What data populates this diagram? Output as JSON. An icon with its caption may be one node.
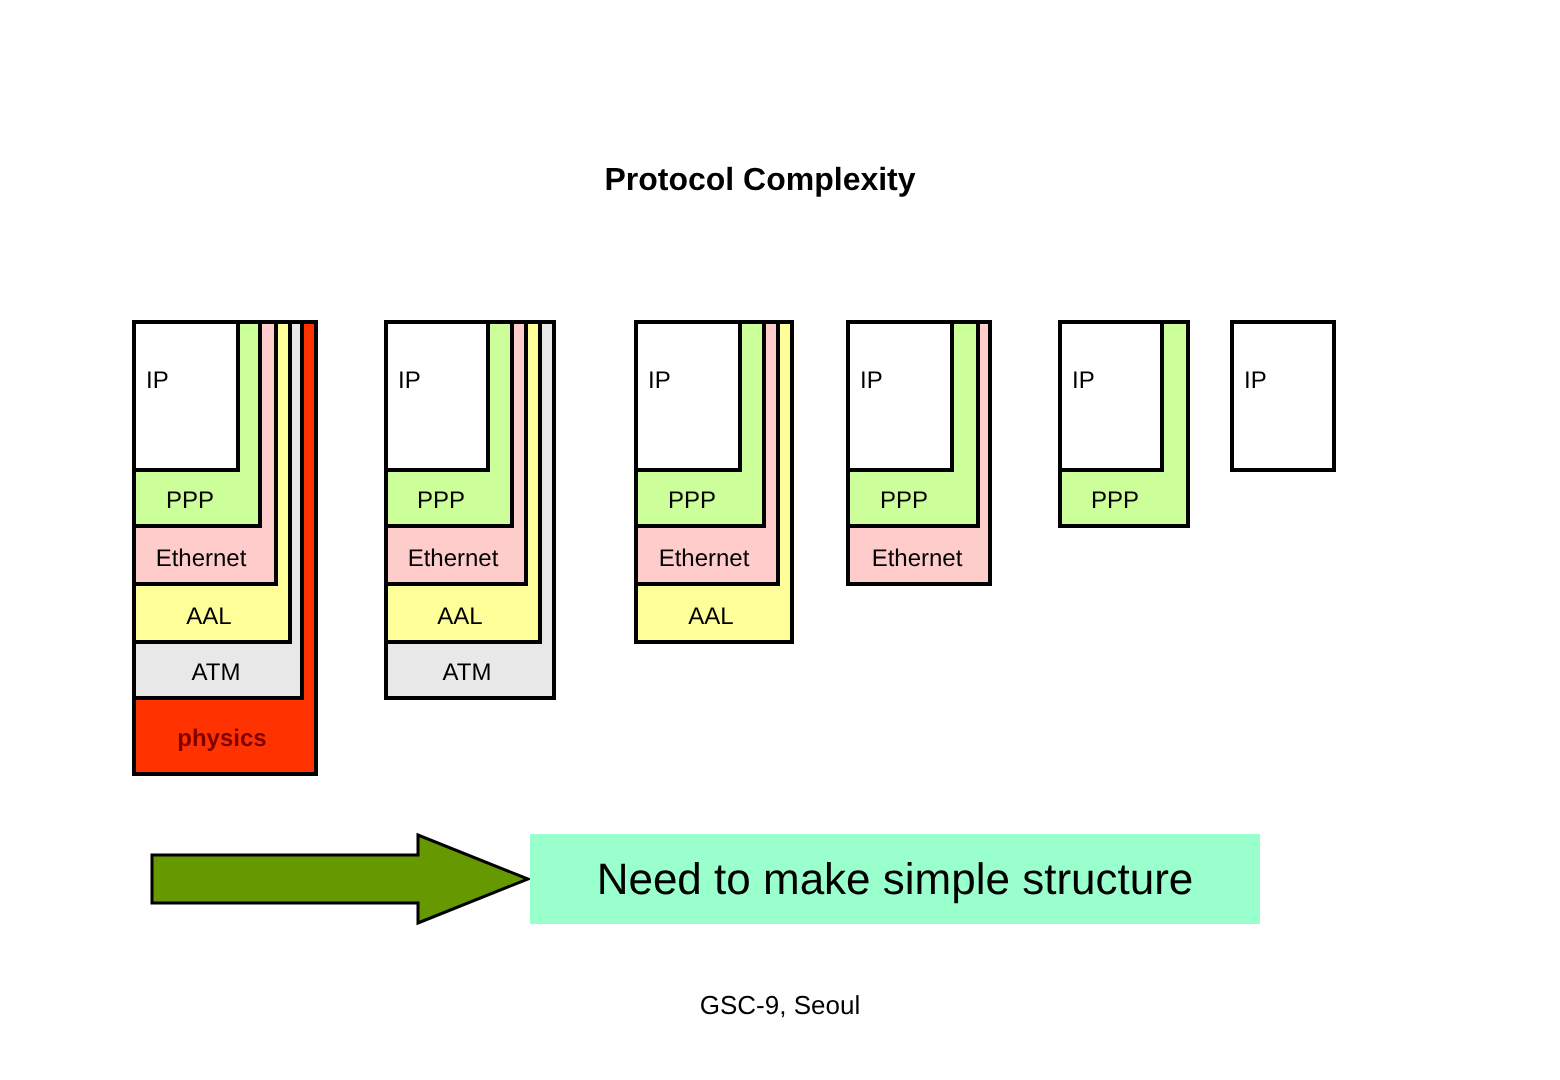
{
  "diagram": {
    "title": "Protocol Complexity",
    "nodes": [
      {
        "text": [
          "physics"
        ]
      },
      {
        "text": [
          "ATM"
        ],
        "in": 0
      },
      {
        "text": [
          "AAL"
        ],
        "in": 1
      },
      {
        "text": [
          "Ethernet"
        ],
        "in": 2
      },
      {
        "text": [
          "PPP"
        ],
        "in": 3
      },
      {
        "text": [
          "IP"
        ],
        "in": 4
      },
      {
        "text": [
          "ATM"
        ]
      },
      {
        "text": [
          "AAL"
        ],
        "in": 6
      },
      {
        "text": [
          "Ethernet"
        ],
        "in": 7
      },
      {
        "text": [
          "PPP"
        ],
        "in": 8
      },
      {
        "text": [
          "IP"
        ],
        "in": 9
      },
      {
        "text": [
          "AAL"
        ]
      },
      {
        "text": [
          "Ethernet"
        ],
        "in": 11
      },
      {
        "text": [
          "PPP"
        ],
        "in": 12
      },
      {
        "text": [
          "IP"
        ],
        "in": 13
      },
      {
        "text": [
          "Ethernet"
        ]
      },
      {
        "text": [
          "PPP"
        ],
        "in": 15
      },
      {
        "text": [
          "IP"
        ],
        "in": 16
      },
      {
        "text": [
          "PPP"
        ]
      },
      {
        "text": [
          "IP"
        ],
        "in": 18
      },
      {
        "text": [
          "IP"
        ]
      },
      {
        "text": [
          "Need to make simple structure"
        ]
      }
    ],
    "edges": [
      {
        "from": null,
        "to": 21,
        "arrow": "to"
      }
    ],
    "labels": [
      "GSC-9, Seoul"
    ]
  }
}
